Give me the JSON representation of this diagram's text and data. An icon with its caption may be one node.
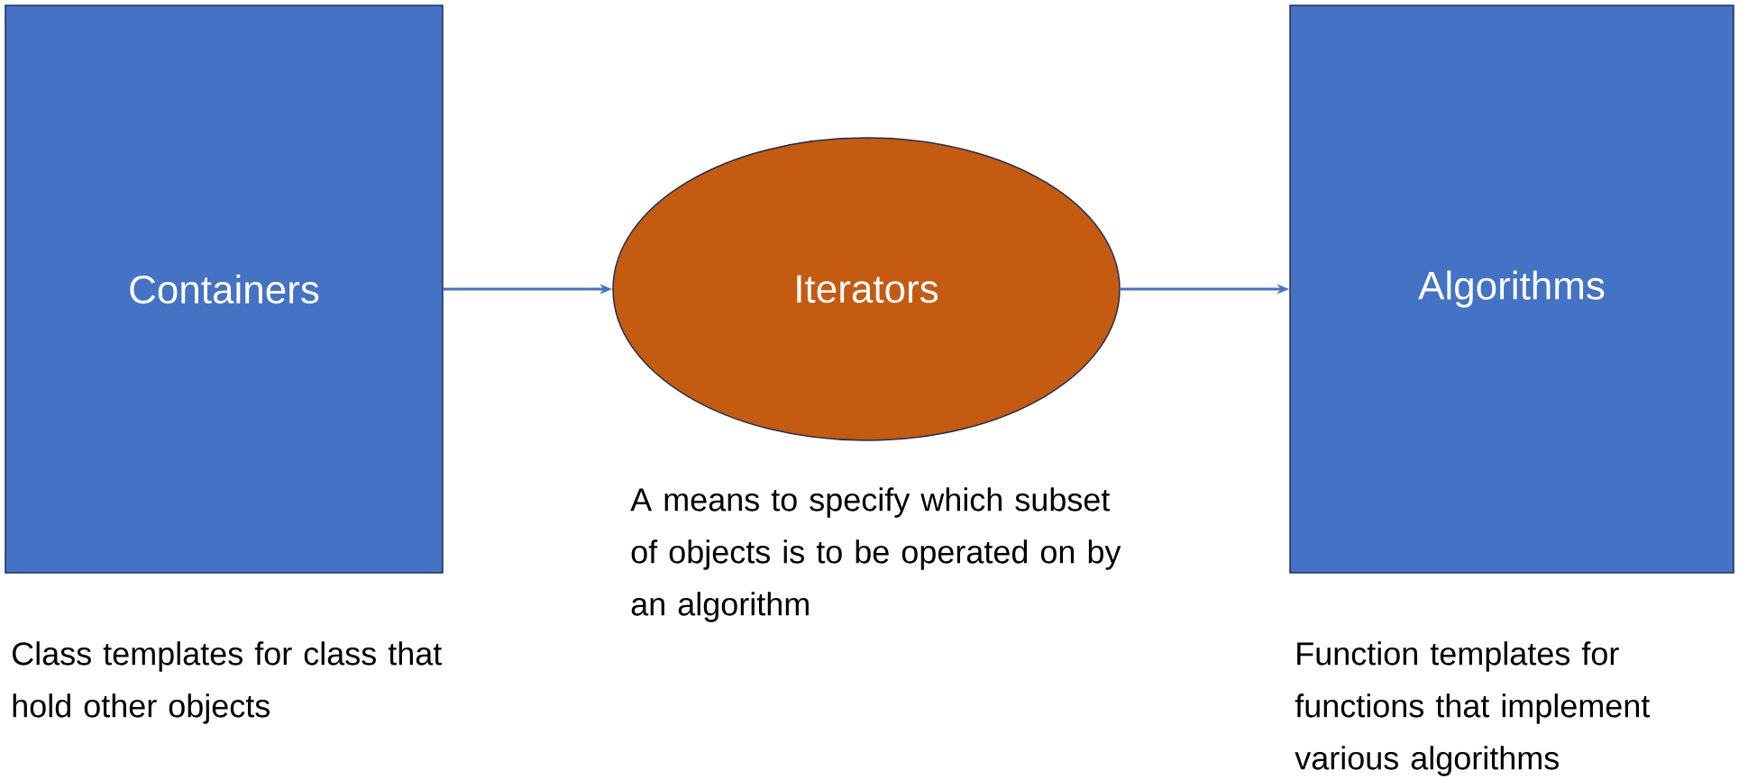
{
  "diagram": {
    "nodes": [
      {
        "text": [
          "Containers"
        ],
        "beside": [
          "Class templates for class that hold other objects"
        ]
      },
      {
        "text": [
          "Iterators"
        ],
        "beside": [
          "A means to specify which subset of objects is to be operated on by an algorithm"
        ]
      },
      {
        "text": [
          "Algorithms"
        ],
        "beside": [
          "Function templates for functions that implement various algorithms"
        ]
      }
    ],
    "edges": [
      {
        "from": 0,
        "to": 1,
        "arrow": "to"
      },
      {
        "from": 1,
        "to": 2,
        "arrow": "to"
      }
    ]
  }
}
